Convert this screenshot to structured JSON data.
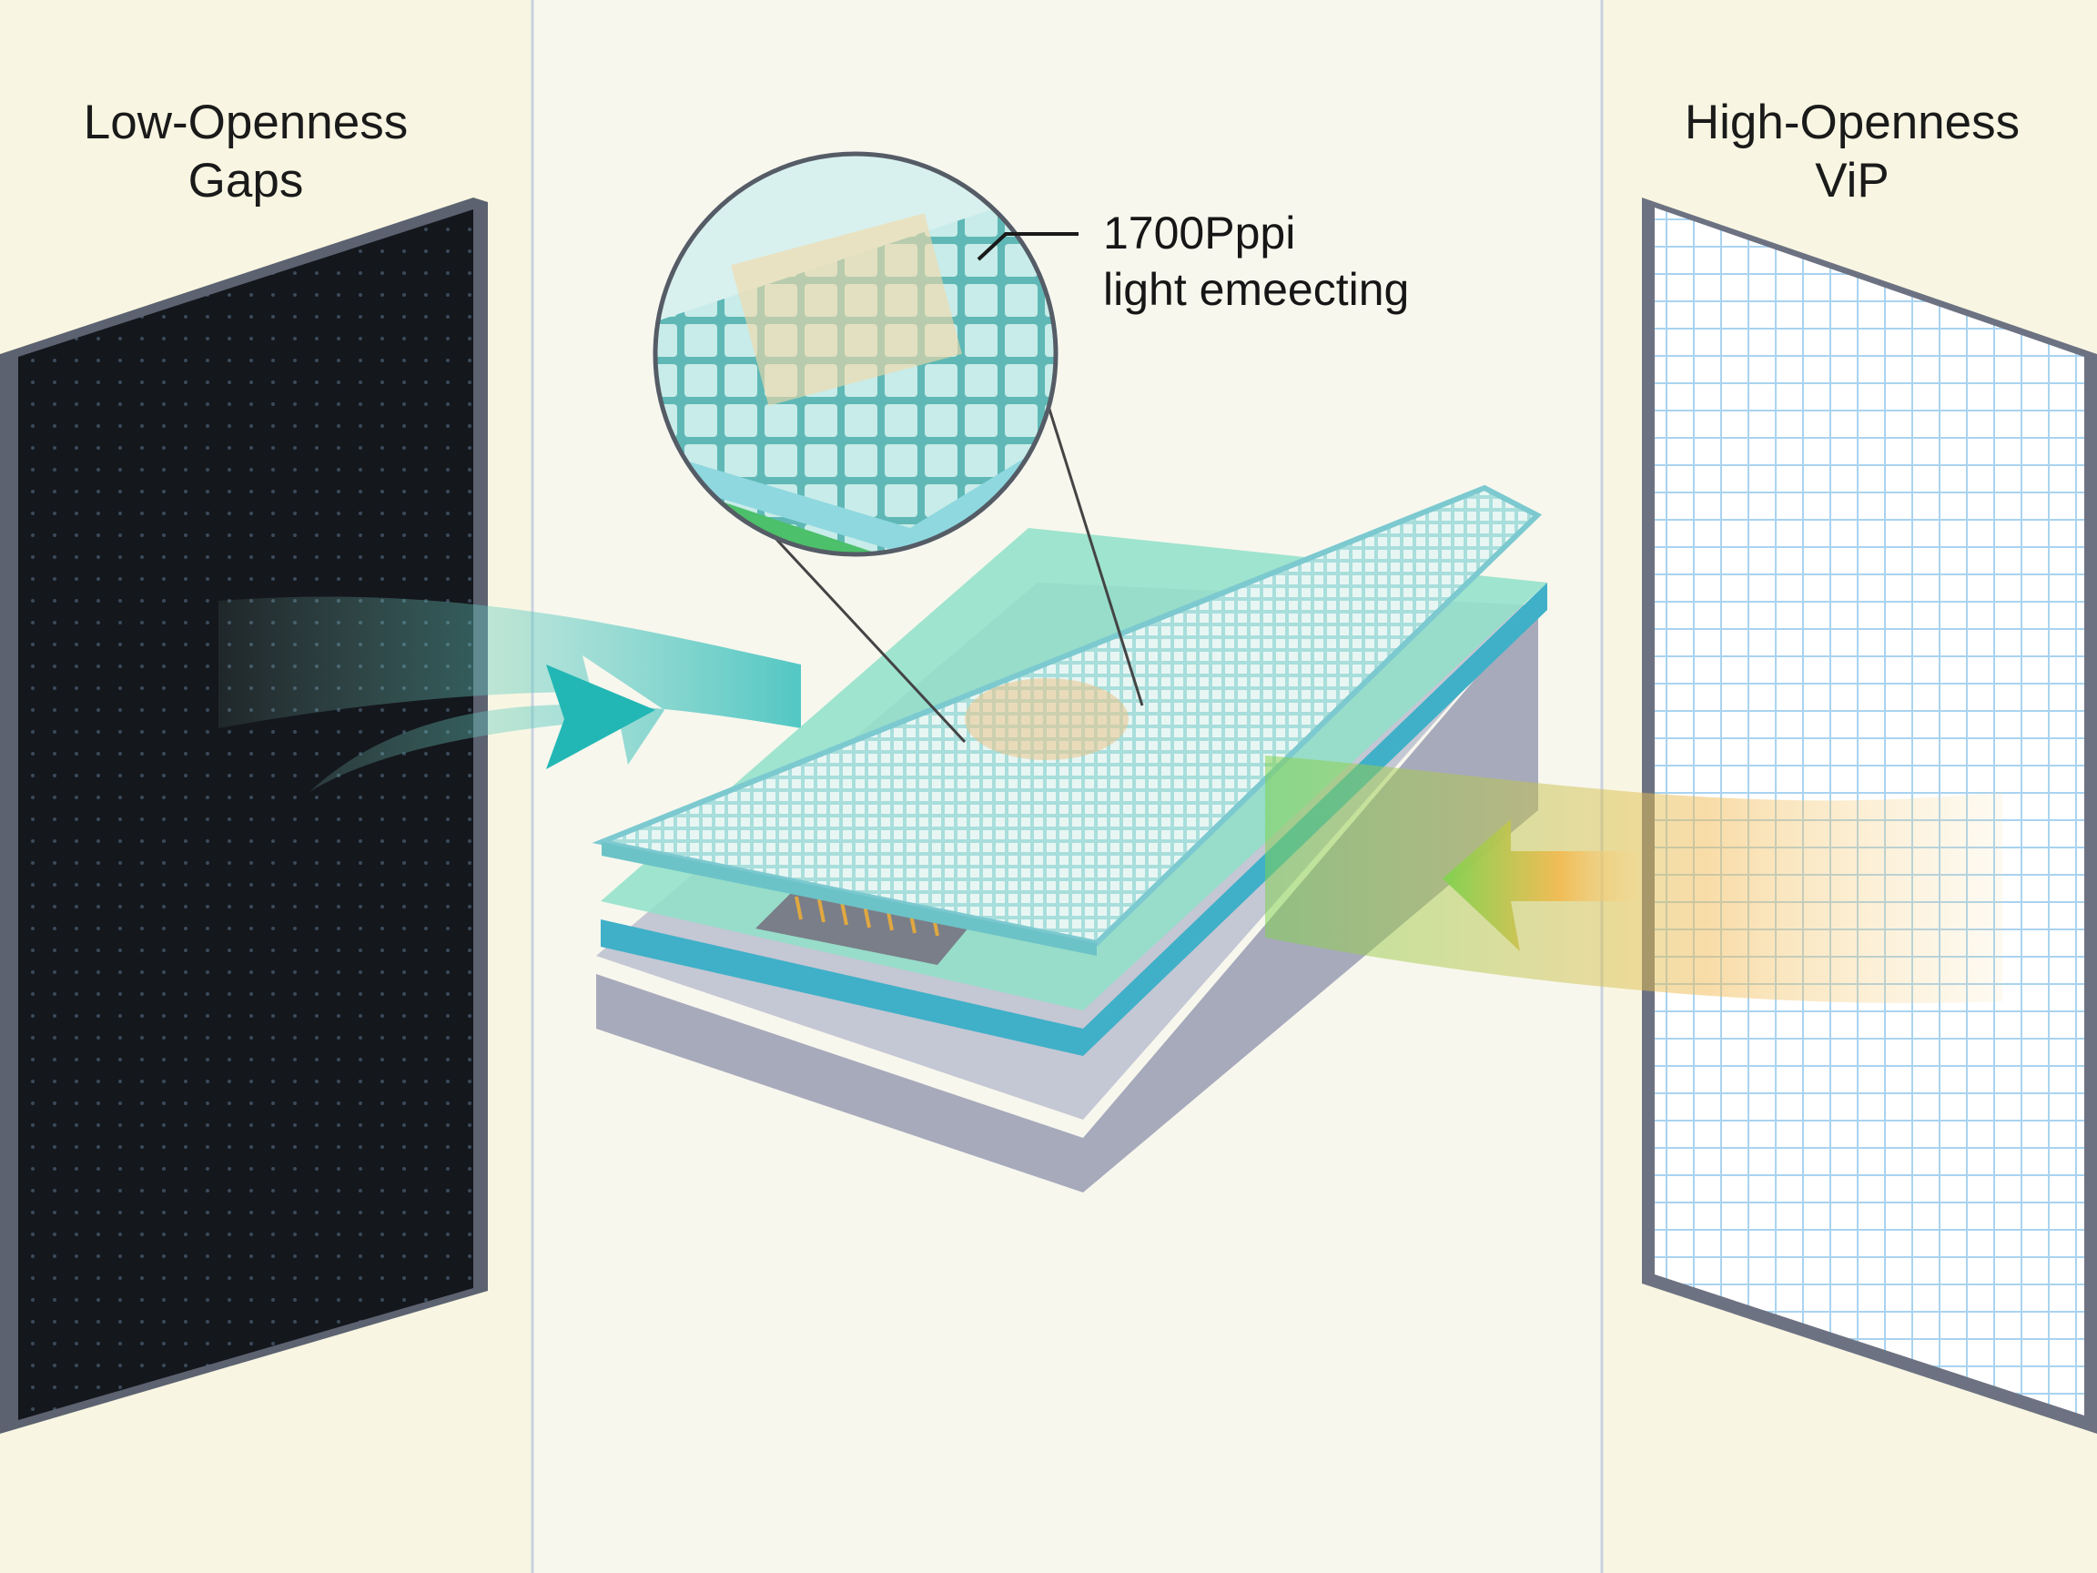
{
  "left_panel": {
    "title_line1": "Low-Openness",
    "title_line2": "Gaps"
  },
  "right_panel": {
    "title_line1": "High-Openness",
    "title_line2": "ViP"
  },
  "callout": {
    "line1": "1700Pppi",
    "line2": "light emeecting"
  },
  "colors": {
    "background": "#f8f6e8",
    "center_bg": "#f7f7ee",
    "dark_panel": "#15181d",
    "glass": "#9fdcd9",
    "arrow_teal": "#2bbfb8",
    "arrow_green": "#8fd45a",
    "arrow_orange": "#f2b94f",
    "base_gray": "#b9bccb"
  }
}
